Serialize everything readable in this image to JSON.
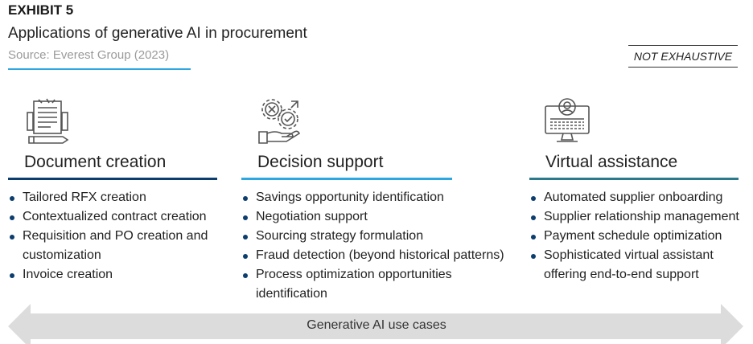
{
  "header": {
    "exhibit": "EXHIBIT 5",
    "subtitle": "Applications of generative AI in procurement",
    "source": "Source: Everest Group (2023)",
    "note": "NOT EXHAUSTIVE"
  },
  "columns": [
    {
      "title": "Document creation",
      "icon": "document-icon",
      "rule_color": "#0b3d6e",
      "items": [
        "Tailored RFX creation",
        "Contextualized contract creation",
        "Requisition and PO creation and customization",
        "Invoice creation"
      ]
    },
    {
      "title": "Decision support",
      "icon": "gears-hand-icon",
      "rule_color": "#2ea7e0",
      "items": [
        "Savings opportunity identification",
        "Negotiation support",
        "Sourcing strategy formulation",
        "Fraud detection (beyond historical patterns)",
        "Process optimization opportunities identification"
      ]
    },
    {
      "title": "Virtual assistance",
      "icon": "computer-assistant-icon",
      "rule_color": "#2a7a8c",
      "items": [
        "Automated supplier onboarding",
        "Supplier relationship management",
        "Payment schedule optimization",
        "Sophisticated virtual assistant offering end-to-end support"
      ]
    }
  ],
  "arrow": {
    "label": "Generative AI use cases",
    "color": "#dcdcdc"
  }
}
